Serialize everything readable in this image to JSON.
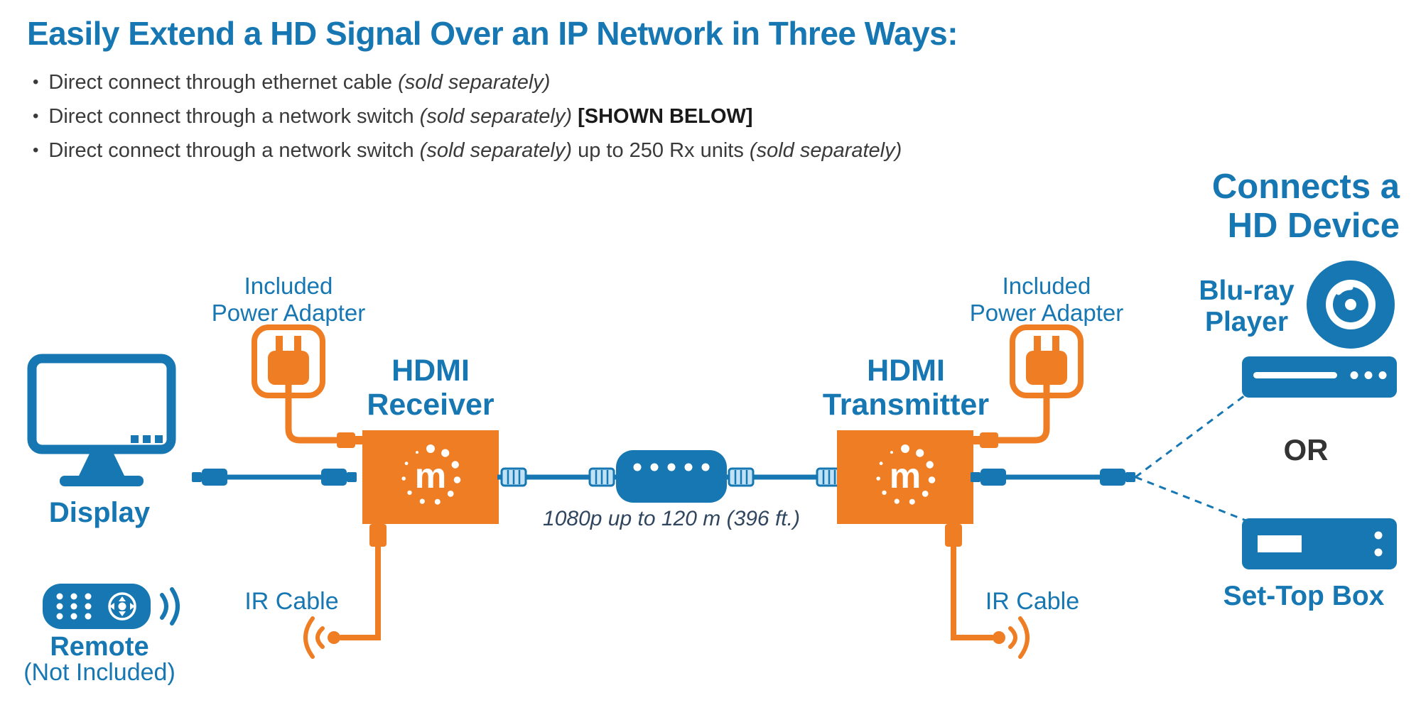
{
  "colors": {
    "brand_blue": "#1677b2",
    "brand_orange": "#ee7d23",
    "body_text": "#3a3a3a",
    "caption_text": "#30465e",
    "connector_fill": "#bfe2f5"
  },
  "header": {
    "title": "Easily Extend a HD Signal Over an IP Network in Three Ways:",
    "bullet_char": "•",
    "bullets": [
      {
        "parts": [
          {
            "t": "Direct connect through ethernet cable "
          },
          {
            "t": "(sold separately)"
          }
        ]
      },
      {
        "parts": [
          {
            "t": "Direct connect through a network switch "
          },
          {
            "t": "(sold separately)"
          },
          {
            "t": " [SHOWN BELOW]"
          }
        ]
      },
      {
        "parts": [
          {
            "t": "Direct connect through a network switch "
          },
          {
            "t": "(sold separately)"
          },
          {
            "t": " up to 250 Rx units "
          },
          {
            "t": "(sold separately)"
          }
        ]
      }
    ]
  },
  "connects_header": {
    "line1": "Connects a",
    "line2": "HD Device"
  },
  "display": {
    "label": "Display"
  },
  "remote": {
    "label": "Remote",
    "sublabel": "(Not Included)"
  },
  "power_adapter_left": {
    "line1": "Included",
    "line2": "Power Adapter"
  },
  "power_adapter_right": {
    "line1": "Included",
    "line2": "Power Adapter"
  },
  "receiver": {
    "line1": "HDMI",
    "line2": "Receiver",
    "logo_letter": "m"
  },
  "transmitter": {
    "line1": "HDMI",
    "line2": "Transmitter",
    "logo_letter": "m"
  },
  "ir_left": {
    "label": "IR Cable"
  },
  "ir_right": {
    "label": "IR Cable"
  },
  "link": {
    "caption": "1080p up to 120 m (396 ft.)"
  },
  "bluray": {
    "line1": "Blu-ray",
    "line2": "Player"
  },
  "or_label": "OR",
  "settop": {
    "label": "Set-Top Box"
  },
  "icons": [
    "display-icon",
    "remote-icon",
    "power-adapter-icon",
    "manhattan-logo",
    "ethernet-cable-icon",
    "network-switch-icon",
    "hdmi-cable-icon",
    "ir-cable-icon",
    "bluray-disc-icon",
    "bluray-player-icon",
    "settop-box-icon",
    "dashed-split-lines-icon"
  ]
}
